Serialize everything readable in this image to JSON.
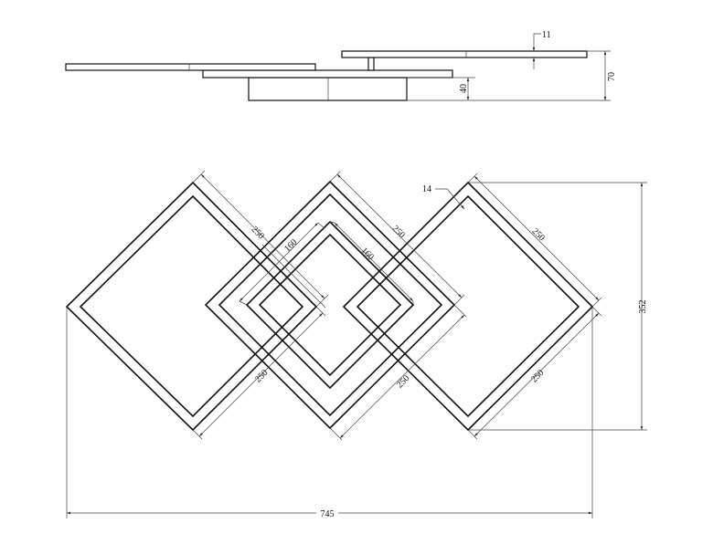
{
  "dimensions": {
    "top_gap": "11",
    "height_total": "70",
    "height_base": "40",
    "frame_width": "14",
    "square_left_upper": "250",
    "square_mid_upper": "250",
    "square_right_upper": "250",
    "inner_left": "160",
    "inner_right": "160",
    "square_left_lower": "250",
    "square_mid_lower": "250",
    "square_right_lower": "250",
    "total_height": "352",
    "total_width": "745"
  }
}
